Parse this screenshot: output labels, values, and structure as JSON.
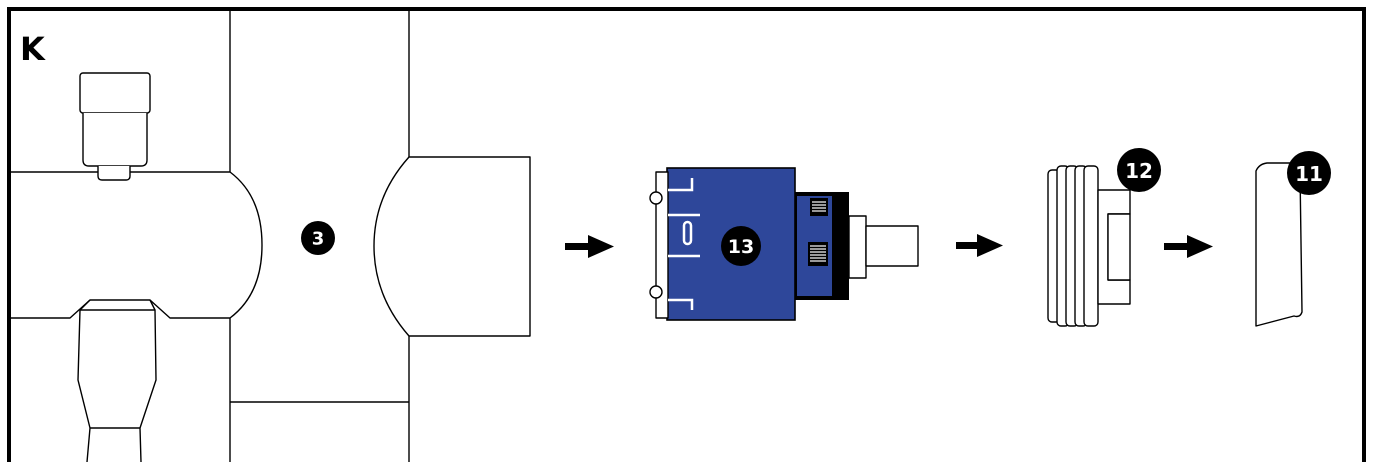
{
  "panel": {
    "letter": "K"
  },
  "colors": {
    "cartridge_blue": "#2e479a",
    "ink": "#000000",
    "paper": "#ffffff"
  },
  "callouts": [
    {
      "id": "valve-body",
      "label": "3"
    },
    {
      "id": "cartridge",
      "label": "13"
    },
    {
      "id": "retaining-nut",
      "label": "12"
    },
    {
      "id": "cap",
      "label": "11"
    }
  ],
  "icons": [
    "arrow-right-icon",
    "arrow-right-icon",
    "arrow-right-icon"
  ]
}
